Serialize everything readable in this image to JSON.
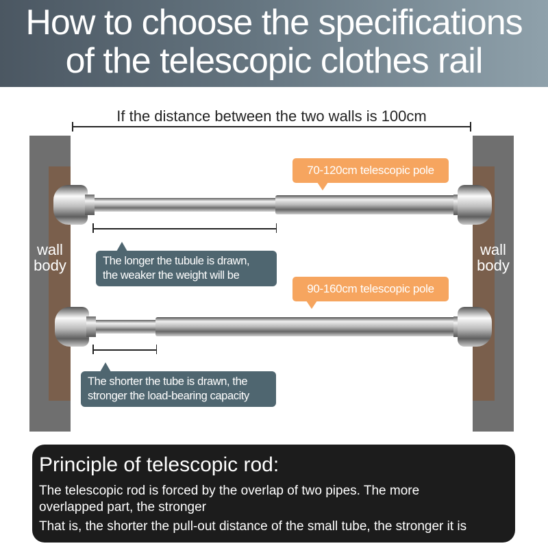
{
  "header": {
    "title_line1": "How to choose the specifications",
    "title_line2": "of the telescopic clothes rail"
  },
  "measurement": {
    "label": "If the distance between the two walls is 100cm"
  },
  "walls": {
    "left_label_line1": "wall",
    "left_label_line2": "body",
    "right_label_line1": "wall",
    "right_label_line2": "body"
  },
  "rods": [
    {
      "badge": "70-120cm telescopic pole",
      "callout_line1": "The longer the tubule is drawn,",
      "callout_line2": "the weaker the weight will be"
    },
    {
      "badge": "90-160cm telescopic pole",
      "callout_line1": "The shorter the tube is drawn, the",
      "callout_line2": "stronger the load-bearing capacity"
    }
  ],
  "principle": {
    "title": "Principle of telescopic rod:",
    "line1": "The telescopic rod is forced by the overlap of two pipes. The more",
    "line2": "overlapped part, the stronger",
    "line3": "That is, the shorter the pull-out distance of the small tube, the stronger it is"
  },
  "colors": {
    "badge": "#f6a55f",
    "callout": "#4f6670",
    "wall": "#6f6f6f",
    "wall_inner": "#7a5f4c",
    "principle_bg": "#1c1c1c"
  }
}
